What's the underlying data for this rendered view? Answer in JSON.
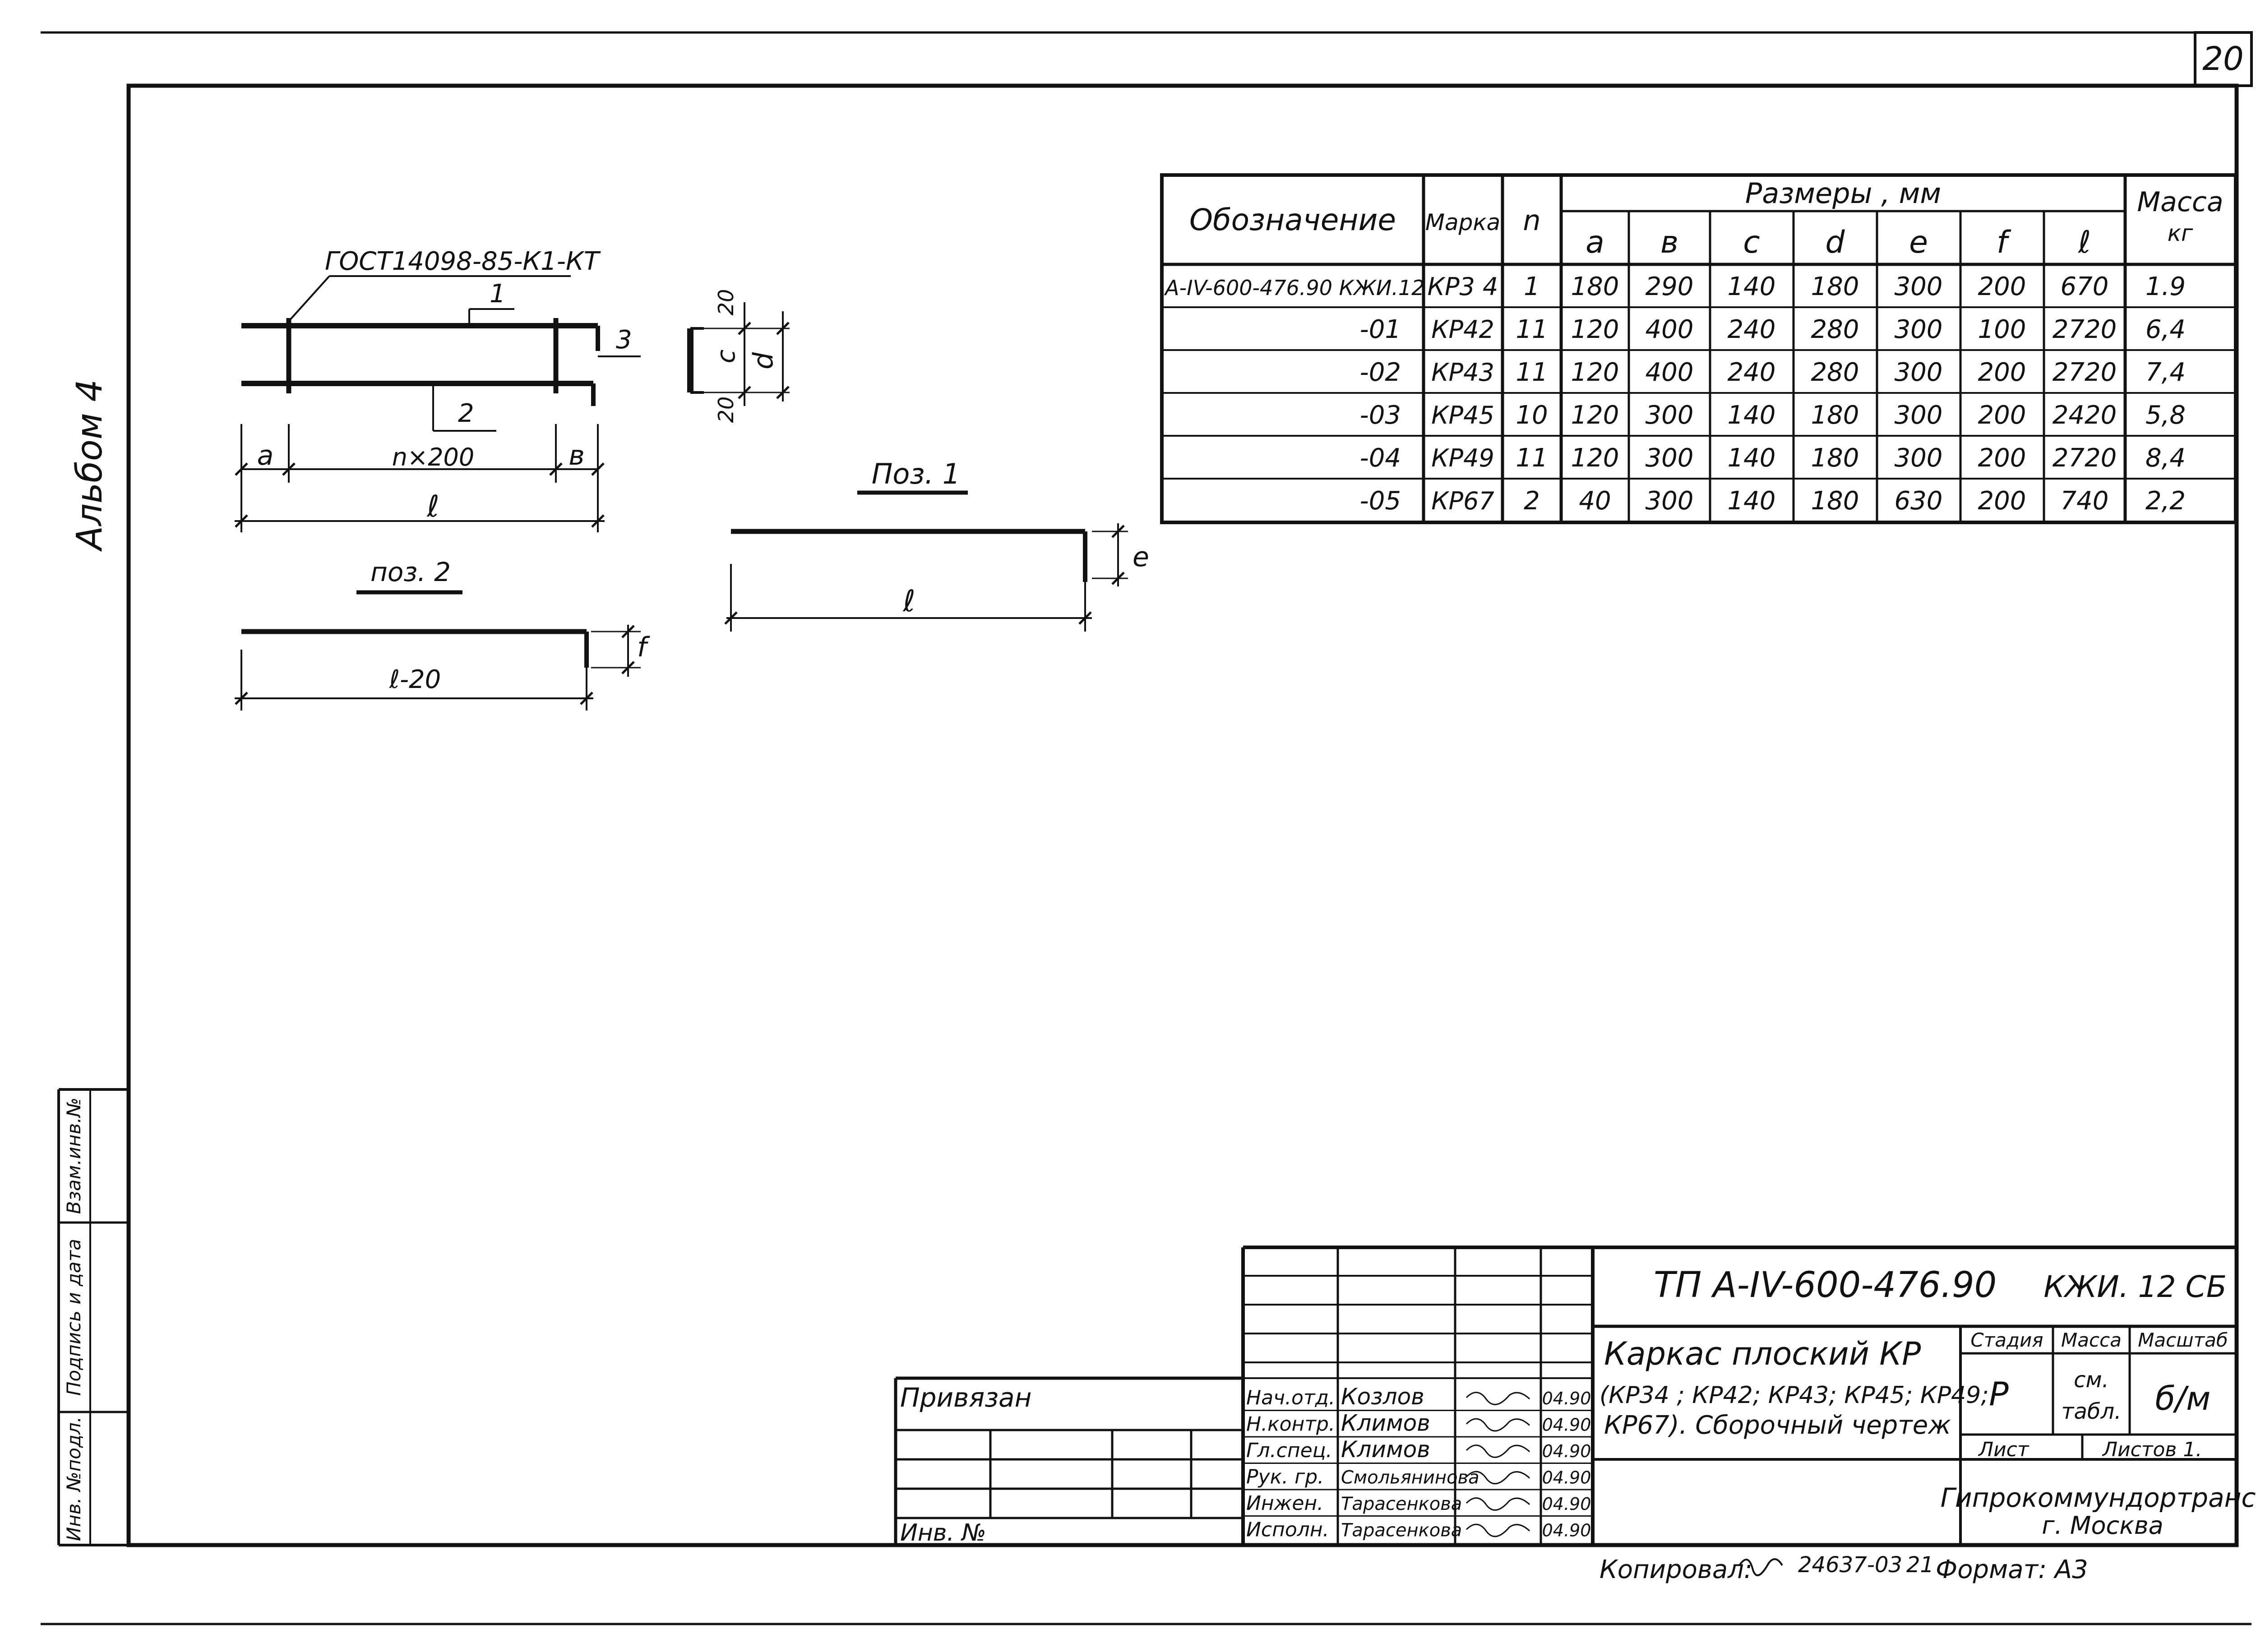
{
  "sheet_number": "20",
  "album": "Альбом 4",
  "sketch": {
    "gost": "ГОСТ14098-85-К1-КТ",
    "pos1_callout": "1",
    "pos2_callout": "2",
    "pos3_callout": "3",
    "dim_a": "a",
    "dim_nx200": "n×200",
    "dim_b": "в",
    "dim_l": "ℓ",
    "section_c": "c",
    "section_d": "d",
    "section_20_top": "20",
    "section_20_bottom": "20"
  },
  "poz1": {
    "title": "Поз. 1",
    "dim_l": "ℓ",
    "dim_e": "e"
  },
  "poz2": {
    "title": "поз. 2",
    "dim_l": "ℓ-20",
    "dim_f": "f"
  },
  "spec_table": {
    "headers": {
      "designation": "Обозначение",
      "mark": "Марка",
      "n": "n",
      "sizes": "Размеры , мм",
      "mass": "Масса кг"
    },
    "size_columns": [
      "a",
      "в",
      "c",
      "d",
      "e",
      "f",
      "ℓ"
    ],
    "rows": [
      {
        "designation": "А-IV-600-476.90 КЖИ.12",
        "mark": "КР3 4",
        "n": "1",
        "a": "180",
        "b": "290",
        "c": "140",
        "d": "180",
        "e": "300",
        "f": "200",
        "l": "670",
        "mass": "1.9"
      },
      {
        "designation": "-01",
        "mark": "КР42",
        "n": "11",
        "a": "120",
        "b": "400",
        "c": "240",
        "d": "280",
        "e": "300",
        "f": "100",
        "l": "2720",
        "mass": "6,4"
      },
      {
        "designation": "-02",
        "mark": "КР43",
        "n": "11",
        "a": "120",
        "b": "400",
        "c": "240",
        "d": "280",
        "e": "300",
        "f": "200",
        "l": "2720",
        "mass": "7,4"
      },
      {
        "designation": "-03",
        "mark": "КР45",
        "n": "10",
        "a": "120",
        "b": "300",
        "c": "140",
        "d": "180",
        "e": "300",
        "f": "200",
        "l": "2420",
        "mass": "5,8"
      },
      {
        "designation": "-04",
        "mark": "КР49",
        "n": "11",
        "a": "120",
        "b": "300",
        "c": "140",
        "d": "180",
        "e": "300",
        "f": "200",
        "l": "2720",
        "mass": "8,4"
      },
      {
        "designation": "-05",
        "mark": "КР67",
        "n": "2",
        "a": "40",
        "b": "300",
        "c": "140",
        "d": "180",
        "e": "630",
        "f": "200",
        "l": "740",
        "mass": "2,2"
      }
    ]
  },
  "left_margin": {
    "vzam": "Взам.инв.№",
    "podpis": "Подпись и дата",
    "inv_podl": "Инв. №подл."
  },
  "privyazan": {
    "label": "Привязан",
    "inv": "Инв. №"
  },
  "title_block": {
    "code": "ТП А-IV-600-476.90",
    "doc": "КЖИ. 12 СБ",
    "name_line1": "Каркас плоский КР",
    "name_line2": "(КР34 ; КР42; КР43; КР45; КР49;",
    "name_line3": "КР67). Сборочный чертеж",
    "stage_header": "Стадия",
    "mass_header": "Масса",
    "scale_header": "Масштаб",
    "stage_value": "Р",
    "mass_value_1": "см.",
    "mass_value_2": "табл.",
    "scale_value": "б/м",
    "sheet_label": "Лист",
    "sheets_label": "Листов 1.",
    "org_line1": "Гипрокоммундортранс",
    "org_line2": "г. Москва",
    "people": [
      {
        "role": "Нач.отд.",
        "name": "Козлов",
        "date": "04.90"
      },
      {
        "role": "Н.контр.",
        "name": "Климов",
        "date": "04.90"
      },
      {
        "role": "Гл.спец.",
        "name": "Климов",
        "date": "04.90"
      },
      {
        "role": "Рук. гр.",
        "name": "Смольянинова",
        "date": "04.90"
      },
      {
        "role": "Инжен.",
        "name": "Тарасенкова",
        "date": "04.90"
      },
      {
        "role": "Исполн.",
        "name": "Тарасенкова",
        "date": "04.90"
      }
    ]
  },
  "footer": {
    "copied": "Копировал:",
    "number": "24637-03",
    "number2": "21",
    "format": "Формат: А3"
  }
}
